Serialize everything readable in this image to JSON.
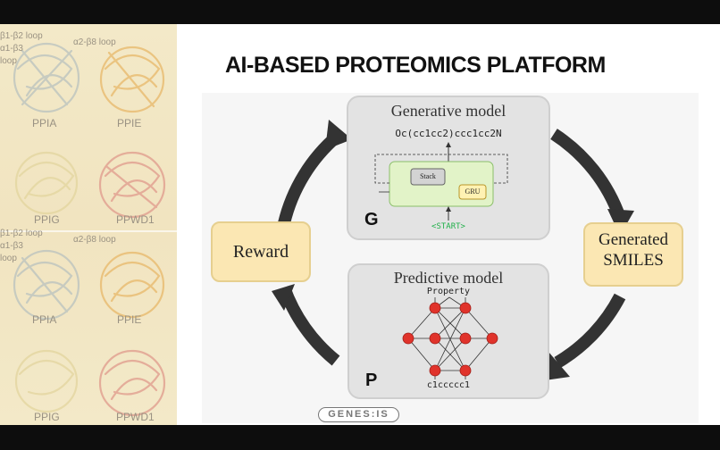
{
  "slide_title": "AI-BASED PROTEOMICS PLATFORM",
  "proteins": [
    {
      "label": "PPIA"
    },
    {
      "label": "PPIE"
    },
    {
      "label": "PPIG"
    },
    {
      "label": "PPWD1"
    },
    {
      "label": "PPIA"
    },
    {
      "label": "PPIE"
    },
    {
      "label": "PPIG"
    },
    {
      "label": "PPWD1"
    }
  ],
  "loop_labels": {
    "b1b2": "β1-β2 loop",
    "a1b3": "α1-β3",
    "loop": "loop",
    "a2b8": "α2-β8 loop"
  },
  "diagram": {
    "generative": {
      "title": "Generative model",
      "smiles_example": "Oc(cc1cc2)ccc1cc2N",
      "stack_label": "Stack",
      "gru_label": "GRU",
      "start_token": "<START>",
      "letter": "G"
    },
    "predictive": {
      "title": "Predictive model",
      "output_label": "Property",
      "input_smiles": "c1ccccc1",
      "letter": "P"
    },
    "reward_label": "Reward",
    "generated_label_line1": "Generated",
    "generated_label_line2": "SMILES"
  },
  "logo_text": "GENES:IS",
  "colors": {
    "node_red": "#e0332b",
    "arrow_dark": "#333333",
    "side_box_fill": "#fbe7b3",
    "gru_fill": "#fff2b3",
    "cell_fill": "#e2f3c8",
    "start_green": "#22b04b"
  }
}
